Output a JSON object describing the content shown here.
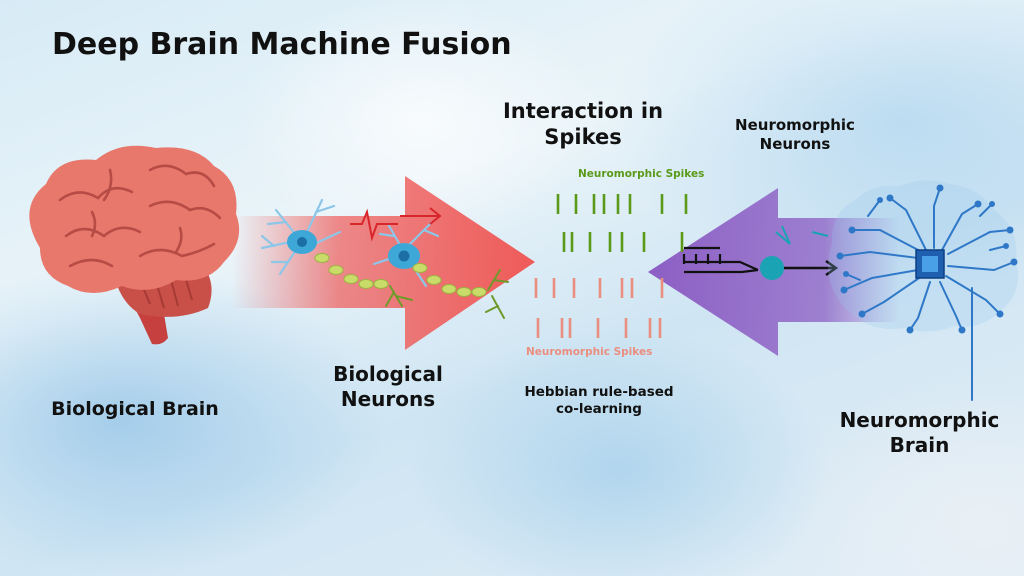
{
  "title": "Deep Brain  Machine Fusion",
  "labels": {
    "biological_brain": "Biological Brain",
    "biological_neurons": "Biological Neurons",
    "interaction": "Interaction in Spikes",
    "neuromorphic_neurons": "Neuromorphic Neurons",
    "hebbian": "Hebbian rule-based co-learning",
    "neuromorphic_brain": "Neuromorphic Brain",
    "spikes_top": "Neuromorphic Spikes",
    "spikes_bottom": "Neuromorphic Spikes"
  },
  "colors": {
    "brain": "#e8786b",
    "red_arrow": "#ef5a58",
    "purple_arrow": "#8c5ec4",
    "green_spikes": "#5a9a18",
    "pink_spikes": "#ea8e80",
    "circuit": "#2f78c8"
  },
  "icons": [
    "brain-icon",
    "neuron-icon",
    "circuit-brain-icon",
    "chip-icon"
  ]
}
